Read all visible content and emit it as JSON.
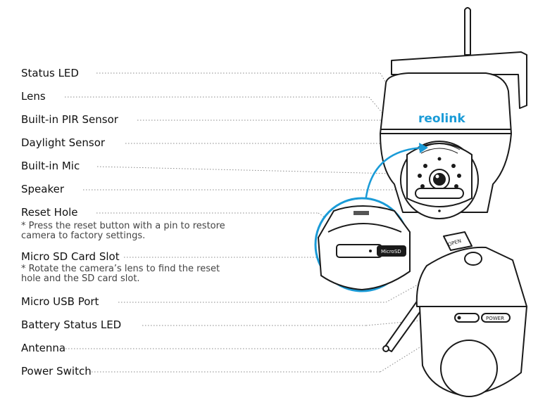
{
  "labels": [
    {
      "id": "status-led",
      "text": "Status LED"
    },
    {
      "id": "lens",
      "text": "Lens"
    },
    {
      "id": "pir-sensor",
      "text": "Built-in PIR Sensor"
    },
    {
      "id": "daylight-sensor",
      "text": "Daylight Sensor"
    },
    {
      "id": "mic",
      "text": "Built-in Mic"
    },
    {
      "id": "speaker",
      "text": "Speaker"
    },
    {
      "id": "reset-hole",
      "text": "Reset Hole"
    },
    {
      "id": "sd-card-slot",
      "text": "Micro SD Card Slot"
    },
    {
      "id": "usb-port",
      "text": "Micro USB Port"
    },
    {
      "id": "battery-led",
      "text": "Battery Status LED"
    },
    {
      "id": "antenna",
      "text": "Antenna"
    },
    {
      "id": "power-switch",
      "text": "Power Switch"
    }
  ],
  "notes": {
    "reset_line1": "* Press the reset button with a pin to restore",
    "reset_line2": "camera to factory settings.",
    "sd_line1": "* Rotate the camera’s lens to find the reset",
    "sd_line2": "hole and the SD card slot."
  },
  "device": {
    "brand": "reolink",
    "sd_label": "MicroSD",
    "open_label": "OPEN",
    "power_label": "POWER"
  },
  "colors": {
    "accent": "#1a9bd7",
    "ink": "#1a1a1a",
    "leader": "#888888"
  }
}
